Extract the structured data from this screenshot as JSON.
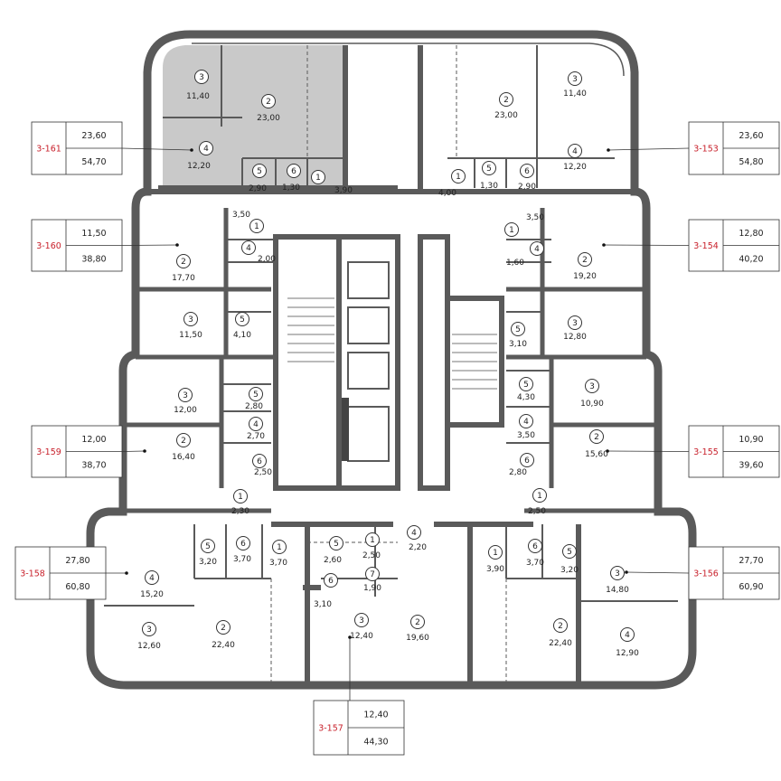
{
  "plan": {
    "colors": {
      "wall": "#5a5a5a",
      "selected_fill": "#c9c9c9",
      "label_red": "#c8202b",
      "line": "#333333"
    },
    "selected_apartment": "3-161",
    "apartments": [
      {
        "id": "3-161",
        "living": "23,60",
        "total": "54,70",
        "rooms": [
          {
            "n": "3",
            "a": "11,40"
          },
          {
            "n": "2",
            "a": "23,00"
          },
          {
            "n": "4",
            "a": "12,20"
          },
          {
            "n": "5",
            "a": "2,90"
          },
          {
            "n": "6",
            "a": "1,30"
          },
          {
            "n": "1",
            "a": "3,90"
          }
        ]
      },
      {
        "id": "3-160",
        "living": "11,50",
        "total": "38,80",
        "rooms": [
          {
            "n": "1",
            "a": "3,50"
          },
          {
            "n": "4",
            "a": "2,00"
          },
          {
            "n": "2",
            "a": "17,70"
          },
          {
            "n": "3",
            "a": "11,50"
          },
          {
            "n": "5",
            "a": "4,10"
          }
        ]
      },
      {
        "id": "3-159",
        "living": "12,00",
        "total": "38,70",
        "rooms": [
          {
            "n": "3",
            "a": "12,00"
          },
          {
            "n": "5",
            "a": "2,80"
          },
          {
            "n": "4",
            "a": "2,70"
          },
          {
            "n": "2",
            "a": "16,40"
          },
          {
            "n": "6",
            "a": "2,50"
          },
          {
            "n": "1",
            "a": "2,30"
          }
        ]
      },
      {
        "id": "3-158",
        "living": "27,80",
        "total": "60,80",
        "rooms": [
          {
            "n": "5",
            "a": "3,20"
          },
          {
            "n": "6",
            "a": "3,70"
          },
          {
            "n": "1",
            "a": "3,70"
          },
          {
            "n": "4",
            "a": "15,20"
          },
          {
            "n": "3",
            "a": "12,60"
          },
          {
            "n": "2",
            "a": "22,40"
          }
        ]
      },
      {
        "id": "3-157",
        "living": "12,40",
        "total": "44,30",
        "rooms": [
          {
            "n": "5",
            "a": "2,60"
          },
          {
            "n": "1",
            "a": "2,50"
          },
          {
            "n": "4",
            "a": "2,20"
          },
          {
            "n": "7",
            "a": "1,90"
          },
          {
            "n": "6",
            "a": "3,10"
          },
          {
            "n": "3",
            "a": "12,40"
          },
          {
            "n": "2",
            "a": "19,60"
          }
        ]
      },
      {
        "id": "3-156",
        "living": "27,70",
        "total": "60,90",
        "rooms": [
          {
            "n": "1",
            "a": "3,90"
          },
          {
            "n": "6",
            "a": "3,70"
          },
          {
            "n": "5",
            "a": "3,20"
          },
          {
            "n": "3",
            "a": "14,80"
          },
          {
            "n": "2",
            "a": "22,40"
          },
          {
            "n": "4",
            "a": "12,90"
          }
        ]
      },
      {
        "id": "3-155",
        "living": "10,90",
        "total": "39,60",
        "rooms": [
          {
            "n": "5",
            "a": "4,30"
          },
          {
            "n": "3",
            "a": "10,90"
          },
          {
            "n": "4",
            "a": "3,50"
          },
          {
            "n": "2",
            "a": "15,60"
          },
          {
            "n": "6",
            "a": "2,80"
          },
          {
            "n": "1",
            "a": "2,50"
          }
        ]
      },
      {
        "id": "3-154",
        "living": "12,80",
        "total": "40,20",
        "rooms": [
          {
            "n": "1",
            "a": "3,50"
          },
          {
            "n": "4",
            "a": "1,60"
          },
          {
            "n": "2",
            "a": "19,20"
          },
          {
            "n": "5",
            "a": "3,10"
          },
          {
            "n": "3",
            "a": "12,80"
          }
        ]
      },
      {
        "id": "3-153",
        "living": "23,60",
        "total": "54,80",
        "rooms": [
          {
            "n": "2",
            "a": "23,00"
          },
          {
            "n": "3",
            "a": "11,40"
          },
          {
            "n": "4",
            "a": "12,20"
          },
          {
            "n": "6",
            "a": "2,90"
          },
          {
            "n": "5",
            "a": "1,30"
          },
          {
            "n": "1",
            "a": "4,00"
          }
        ]
      }
    ]
  }
}
